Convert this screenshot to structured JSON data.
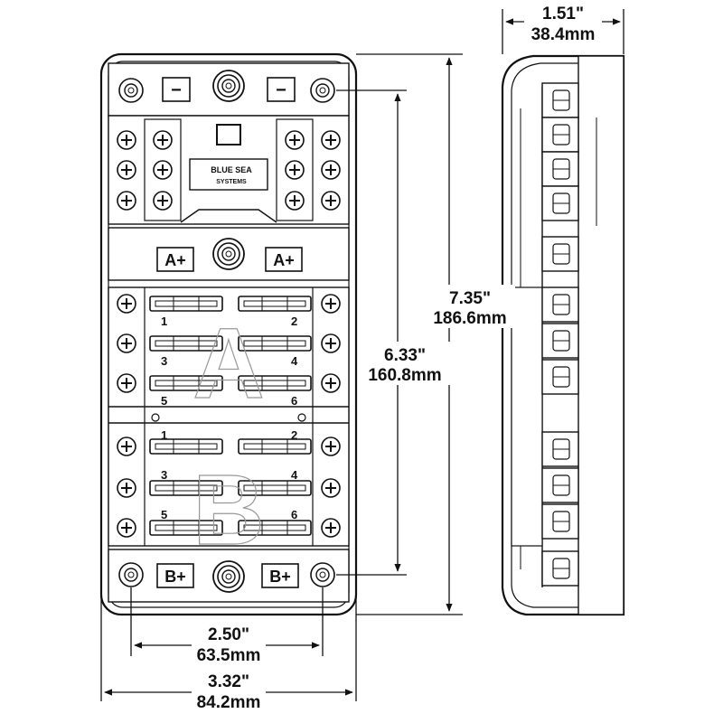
{
  "front_view": {
    "brand_line1": "BLUE SEA",
    "brand_line2": "SYSTEMS",
    "neg_label": "−",
    "a_bus_label": "A+",
    "b_bus_label": "B+",
    "group_a_slot_numbers": [
      "1",
      "2",
      "3",
      "4",
      "5",
      "6"
    ],
    "group_b_slot_numbers": [
      "1",
      "2",
      "3",
      "4",
      "5",
      "6"
    ],
    "group_a_letter": "A",
    "group_b_letter": "B"
  },
  "dimensions": {
    "overall_height_in": "7.35\"",
    "overall_height_mm": "186.6mm",
    "mount_height_in": "6.33\"",
    "mount_height_mm": "160.8mm",
    "mount_width_in": "2.50\"",
    "mount_width_mm": "63.5mm",
    "overall_width_in": "3.32\"",
    "overall_width_mm": "84.2mm",
    "depth_in": "1.51\"",
    "depth_mm": "38.4mm"
  },
  "colors": {
    "line": "#111111",
    "body": "#ffffff",
    "shade": "#d9d9d9"
  }
}
